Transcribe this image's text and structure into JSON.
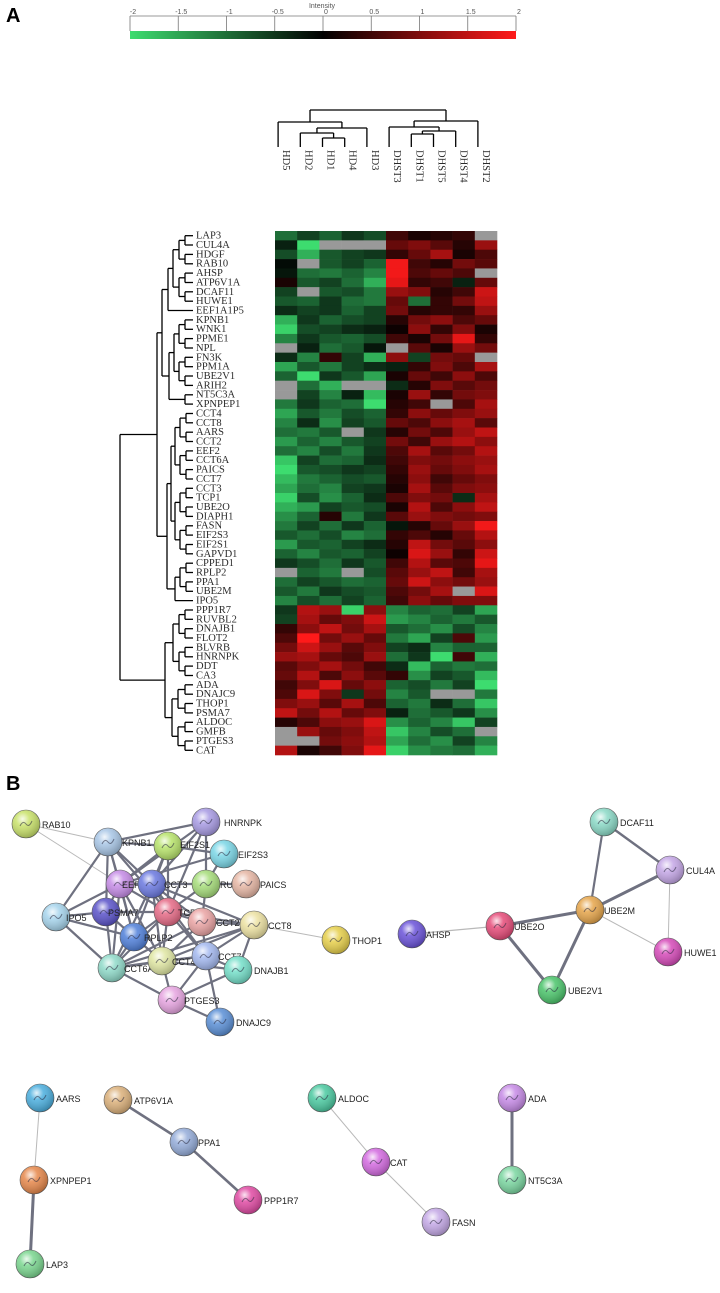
{
  "panels": {
    "a_label": "A",
    "b_label": "B"
  },
  "colorbar": {
    "title": "Intensity",
    "ticks": [
      "-2",
      "-1.5",
      "-1",
      "-0.5",
      "0",
      "0.5",
      "1",
      "1.5",
      "2"
    ],
    "ticks_values": [
      -2,
      -1.5,
      -1,
      -0.5,
      0,
      0.5,
      1,
      1.5,
      2
    ],
    "colors": {
      "low": "#3ddc6f",
      "mid": "#000000",
      "high": "#ff1a1a",
      "missing": "#999999"
    }
  },
  "heatmap": {
    "columns": [
      "HD5",
      "HD2",
      "HD1",
      "HD4",
      "HD3",
      "DHST3",
      "DHST1",
      "DHST5",
      "DHST4",
      "DHST2"
    ],
    "rows": [
      "LAP3",
      "CUL4A",
      "HDGF",
      "RAB10",
      "AHSP",
      "ATP6V1A",
      "DCAF11",
      "HUWE1",
      "EEF1A1P5",
      "KPNB1",
      "WNK1",
      "PPME1",
      "NPL",
      "FN3K",
      "PPM1A",
      "UBE2V1",
      "ARIH2",
      "NT5C3A",
      "XPNPEP1",
      "CCT4",
      "CCT8",
      "AARS",
      "CCT2",
      "EEF2",
      "CCT6A",
      "PAICS",
      "CCT7",
      "CCT3",
      "TCP1",
      "UBE2O",
      "DIAPH1",
      "FASN",
      "EIF2S3",
      "EIF2S1",
      "GAPVD1",
      "CPPED1",
      "RPLP2",
      "PPA1",
      "UBE2M",
      "IPO5",
      "PPP1R7",
      "RUVBL2",
      "DNAJB1",
      "FLOT2",
      "BLVRB",
      "HNRNPK",
      "DDT",
      "CA3",
      "ADA",
      "DNAJC9",
      "THOP1",
      "PSMA7",
      "ALDOC",
      "GMFB",
      "PTGES3",
      "CAT"
    ],
    "values": [
      [
        -1.0,
        -0.6,
        -0.9,
        -0.5,
        -0.7,
        0.5,
        0.2,
        0.3,
        0.4,
        null
      ],
      [
        -0.3,
        -2.0,
        null,
        null,
        null,
        0.8,
        1.0,
        0.7,
        0.3,
        1.2
      ],
      [
        -0.7,
        -1.6,
        -0.8,
        -0.6,
        -0.5,
        0.4,
        0.8,
        1.3,
        0.2,
        0.6
      ],
      [
        -0.1,
        null,
        -0.8,
        -0.6,
        -0.9,
        1.9,
        0.5,
        0.3,
        0.9,
        0.7
      ],
      [
        -0.2,
        -1.0,
        -1.1,
        -0.9,
        -1.2,
        1.9,
        0.6,
        0.8,
        0.6,
        null
      ],
      [
        0.2,
        -0.8,
        -0.6,
        -1.0,
        -1.6,
        1.8,
        0.4,
        0.5,
        -0.3,
        0.8
      ],
      [
        -0.6,
        null,
        -0.8,
        -0.7,
        -1.1,
        1.2,
        1.0,
        0.3,
        0.5,
        1.6
      ],
      [
        -0.8,
        -0.9,
        -0.5,
        -1.0,
        -1.1,
        0.8,
        -1.0,
        0.4,
        0.9,
        1.5
      ],
      [
        -0.4,
        -0.6,
        -0.5,
        -0.9,
        -0.6,
        0.9,
        0.3,
        0.4,
        0.4,
        1.2
      ],
      [
        -1.6,
        -0.5,
        -0.9,
        -0.7,
        -0.6,
        0.3,
        0.9,
        1.1,
        0.6,
        0.8
      ],
      [
        -1.9,
        -0.7,
        -0.6,
        -0.4,
        -0.3,
        0.1,
        1.1,
        0.4,
        1.0,
        0.2
      ],
      [
        -1.2,
        -0.5,
        -0.8,
        -0.9,
        -0.7,
        0.5,
        0.2,
        0.9,
        1.8,
        0.4
      ],
      [
        null,
        -0.3,
        -1.0,
        -0.8,
        -0.2,
        null,
        0.7,
        0.2,
        1.2,
        0.9
      ],
      [
        -0.4,
        -1.2,
        0.4,
        -0.6,
        -1.6,
        1.1,
        -0.6,
        0.9,
        0.8,
        null
      ],
      [
        -1.5,
        -0.8,
        -1.1,
        -0.6,
        -0.4,
        -0.3,
        0.4,
        1.0,
        0.6,
        1.3
      ],
      [
        -0.9,
        -2.0,
        -0.5,
        -0.8,
        -1.5,
        0.2,
        0.8,
        0.5,
        1.1,
        0.6
      ],
      [
        null,
        -1.0,
        -1.6,
        null,
        null,
        -0.4,
        0.3,
        1.0,
        0.7,
        0.9
      ],
      [
        null,
        -0.6,
        -1.2,
        -0.3,
        -1.7,
        0.2,
        1.2,
        0.4,
        0.9,
        1.0
      ],
      [
        -1.1,
        -0.5,
        -0.9,
        -1.0,
        -2.0,
        0.3,
        0.5,
        null,
        0.6,
        1.3
      ],
      [
        -1.5,
        -0.8,
        -1.1,
        -0.7,
        -0.9,
        0.4,
        1.1,
        0.8,
        1.0,
        1.2
      ],
      [
        -1.2,
        -0.4,
        -1.3,
        -0.6,
        -0.8,
        0.8,
        0.6,
        1.1,
        1.3,
        0.7
      ],
      [
        -1.0,
        -1.1,
        -0.8,
        null,
        -0.5,
        0.3,
        0.9,
        0.6,
        1.2,
        1.5
      ],
      [
        -1.4,
        -0.9,
        -1.2,
        -0.8,
        -0.6,
        0.9,
        0.5,
        1.2,
        1.4,
        1.1
      ],
      [
        -1.0,
        -1.2,
        -0.7,
        -1.1,
        -0.5,
        0.6,
        1.3,
        0.7,
        0.9,
        1.4
      ],
      [
        -1.8,
        -0.6,
        -1.0,
        -0.9,
        -0.4,
        0.5,
        1.0,
        0.9,
        1.1,
        1.2
      ],
      [
        -2.0,
        -0.8,
        -0.7,
        -0.5,
        -0.6,
        0.4,
        1.2,
        0.8,
        1.0,
        1.3
      ],
      [
        -1.7,
        -1.1,
        -0.9,
        -0.7,
        -0.8,
        0.3,
        1.1,
        0.5,
        0.8,
        1.0
      ],
      [
        -1.5,
        -1.0,
        -1.2,
        -0.6,
        -0.5,
        0.2,
        1.3,
        0.7,
        1.0,
        1.1
      ],
      [
        -1.9,
        -0.7,
        -1.3,
        -0.9,
        -0.4,
        0.6,
        1.0,
        0.9,
        -0.4,
        1.3
      ],
      [
        -1.6,
        -1.4,
        -0.6,
        -0.8,
        -0.7,
        0.2,
        1.4,
        0.6,
        1.1,
        1.5
      ],
      [
        -1.3,
        -0.9,
        0.3,
        -1.1,
        -0.5,
        0.7,
        1.2,
        1.0,
        0.9,
        1.0
      ],
      [
        -1.1,
        -0.6,
        -1.0,
        -0.5,
        -0.9,
        -0.2,
        0.3,
        0.8,
        1.2,
        1.9
      ],
      [
        -0.8,
        -1.0,
        -0.7,
        -1.2,
        -1.0,
        0.4,
        0.6,
        0.3,
        0.8,
        1.4
      ],
      [
        -1.4,
        -0.8,
        -0.9,
        -0.6,
        -0.4,
        0.3,
        1.5,
        0.9,
        0.7,
        1.1
      ],
      [
        -0.9,
        -1.2,
        -0.8,
        -0.9,
        -0.6,
        0.1,
        1.7,
        1.2,
        0.4,
        1.6
      ],
      [
        -0.5,
        -0.7,
        -1.0,
        -0.5,
        -0.8,
        0.5,
        1.4,
        0.7,
        0.6,
        1.8
      ],
      [
        null,
        -0.9,
        -1.1,
        null,
        -0.7,
        0.7,
        1.2,
        1.5,
        0.5,
        1.3
      ],
      [
        -1.0,
        -0.6,
        -0.8,
        -1.0,
        -0.9,
        0.8,
        1.6,
        1.1,
        0.9,
        1.2
      ],
      [
        -0.8,
        -1.1,
        -0.5,
        -0.7,
        -0.8,
        0.6,
        0.9,
        1.3,
        null,
        1.7
      ],
      [
        -1.2,
        -0.7,
        -1.0,
        -0.6,
        -0.9,
        0.5,
        1.1,
        0.8,
        1.0,
        1.0
      ],
      [
        -0.5,
        1.4,
        1.2,
        -1.9,
        1.1,
        -1.2,
        -0.9,
        -1.0,
        -0.6,
        -1.5
      ],
      [
        -0.6,
        1.3,
        0.8,
        1.0,
        1.6,
        -1.4,
        -1.2,
        -0.9,
        -1.1,
        -0.8
      ],
      [
        0.4,
        1.1,
        1.5,
        0.9,
        1.3,
        -0.8,
        -1.0,
        -1.3,
        -0.7,
        -1.2
      ],
      [
        0.6,
        2.0,
        0.9,
        1.2,
        0.8,
        -1.1,
        -1.5,
        -0.6,
        0.6,
        -1.4
      ],
      [
        0.9,
        1.6,
        1.2,
        0.7,
        1.0,
        -0.6,
        -0.4,
        -1.2,
        -0.9,
        -0.9
      ],
      [
        1.2,
        1.3,
        0.8,
        0.6,
        1.2,
        -1.0,
        -0.5,
        -2.0,
        0.5,
        -1.6
      ],
      [
        0.7,
        1.0,
        1.3,
        0.9,
        0.5,
        -0.4,
        -1.7,
        -0.9,
        -1.1,
        -1.0
      ],
      [
        0.8,
        1.4,
        0.6,
        1.1,
        0.7,
        0.4,
        -1.3,
        -0.6,
        -0.8,
        -1.7
      ],
      [
        0.5,
        1.0,
        1.7,
        0.8,
        1.1,
        -0.9,
        -0.7,
        -1.1,
        -0.6,
        -2.0
      ],
      [
        0.6,
        1.7,
        1.0,
        -0.5,
        0.9,
        -1.2,
        -0.8,
        null,
        null,
        -1.1
      ],
      [
        1.0,
        1.2,
        0.7,
        1.3,
        0.6,
        -0.9,
        -1.1,
        -0.4,
        -1.0,
        -1.8
      ],
      [
        1.5,
        0.9,
        1.4,
        0.8,
        1.0,
        -0.3,
        -1.0,
        -0.8,
        -0.5,
        -1.3
      ],
      [
        0.3,
        0.6,
        1.1,
        1.2,
        1.7,
        -1.3,
        -0.9,
        -1.2,
        -1.8,
        -0.6
      ],
      [
        null,
        1.2,
        0.8,
        1.0,
        1.5,
        -1.8,
        -1.2,
        -0.7,
        -1.0,
        null
      ],
      [
        null,
        null,
        0.9,
        1.1,
        1.4,
        -1.5,
        -1.0,
        -1.3,
        -0.6,
        -1.2
      ],
      [
        1.4,
        0.2,
        0.5,
        1.0,
        1.8,
        -1.9,
        -1.3,
        -1.1,
        -1.0,
        -1.6
      ]
    ]
  },
  "network": {
    "nodes": [
      {
        "id": "RAB10",
        "label": "RAB10",
        "color": "#c9e26a"
      },
      {
        "id": "KPNB1",
        "label": "KPNB1",
        "color": "#a8c6e6"
      },
      {
        "id": "HNRNPK",
        "label": "HNRNPK",
        "color": "#a79ae3"
      },
      {
        "id": "EIF2S1",
        "label": "EIF2S1",
        "color": "#b7e36a"
      },
      {
        "id": "EIF2S3",
        "label": "EIF2S3",
        "color": "#7ad6e6"
      },
      {
        "id": "EEF2",
        "label": "EEF2",
        "color": "#c58be6"
      },
      {
        "id": "CCT3",
        "label": "CCT3",
        "color": "#6a78e0"
      },
      {
        "id": "RUVBL2",
        "label": "RUVBL2",
        "color": "#a6dd7a"
      },
      {
        "id": "PAICS",
        "label": "PAICS",
        "color": "#e6b6a4"
      },
      {
        "id": "IPO5",
        "label": "IPO5",
        "color": "#a6d4ec"
      },
      {
        "id": "PSMA7",
        "label": "PSMA7",
        "color": "#5a52c9"
      },
      {
        "id": "TCP1",
        "label": "TCP1",
        "color": "#e66a86"
      },
      {
        "id": "RPLP2",
        "label": "RPLP2",
        "color": "#4f7fd9"
      },
      {
        "id": "CCT2",
        "label": "CCT2",
        "color": "#eaa3a3"
      },
      {
        "id": "CCT8",
        "label": "CCT8",
        "color": "#ede2a2"
      },
      {
        "id": "THOP1",
        "label": "THOP1",
        "color": "#e6cf4a"
      },
      {
        "id": "CCT6A",
        "label": "CCT6A",
        "color": "#8fdac9"
      },
      {
        "id": "CCT4",
        "label": "CCT4",
        "color": "#dfe6a2"
      },
      {
        "id": "CCT7",
        "label": "CCT7",
        "color": "#a3b8ef"
      },
      {
        "id": "DNAJB1",
        "label": "DNAJB1",
        "color": "#74dfc9"
      },
      {
        "id": "PTGES3",
        "label": "PTGES3",
        "color": "#e6a4e0"
      },
      {
        "id": "DNAJC9",
        "label": "DNAJC9",
        "color": "#5a8fd6"
      },
      {
        "id": "AHSP",
        "label": "AHSP",
        "color": "#6a52d9"
      },
      {
        "id": "UBE2O",
        "label": "UBE2O",
        "color": "#e64a78"
      },
      {
        "id": "UBE2M",
        "label": "UBE2M",
        "color": "#e6a54a"
      },
      {
        "id": "DCAF11",
        "label": "DCAF11",
        "color": "#8ad9c6"
      },
      {
        "id": "CUL4A",
        "label": "CUL4A",
        "color": "#c4a6e6"
      },
      {
        "id": "HUWE1",
        "label": "HUWE1",
        "color": "#d64ab9"
      },
      {
        "id": "UBE2V1",
        "label": "UBE2V1",
        "color": "#4ac46a"
      },
      {
        "id": "AARS",
        "label": "AARS",
        "color": "#4aaede"
      },
      {
        "id": "XPNPEP1",
        "label": "XPNPEP1",
        "color": "#e6874a"
      },
      {
        "id": "LAP3",
        "label": "LAP3",
        "color": "#7ad68f"
      },
      {
        "id": "ATP6V1A",
        "label": "ATP6V1A",
        "color": "#dbb07a"
      },
      {
        "id": "PPA1",
        "label": "PPA1",
        "color": "#94acd9"
      },
      {
        "id": "PPP1R7",
        "label": "PPP1R7",
        "color": "#e04aa3"
      },
      {
        "id": "ALDOC",
        "label": "ALDOC",
        "color": "#4ac9a0"
      },
      {
        "id": "CAT",
        "label": "CAT",
        "color": "#d36ae0"
      },
      {
        "id": "FASN",
        "label": "FASN",
        "color": "#c4a8e6"
      },
      {
        "id": "ADA",
        "label": "ADA",
        "color": "#c68ae6"
      },
      {
        "id": "NT5C3A",
        "label": "NT5C3A",
        "color": "#7ad6a0"
      }
    ],
    "edges": [
      [
        "RAB10",
        "KPNB1"
      ],
      [
        "RAB10",
        "EEF2"
      ],
      [
        "KPNB1",
        "HNRNPK"
      ],
      [
        "KPNB1",
        "EIF2S1"
      ],
      [
        "KPNB1",
        "EEF2"
      ],
      [
        "KPNB1",
        "IPO5"
      ],
      [
        "KPNB1",
        "PSMA7"
      ],
      [
        "KPNB1",
        "RPLP2"
      ],
      [
        "KPNB1",
        "TCP1"
      ],
      [
        "KPNB1",
        "CCT3"
      ],
      [
        "HNRNPK",
        "EEF2"
      ],
      [
        "HNRNPK",
        "RUVBL2"
      ],
      [
        "HNRNPK",
        "CCT3"
      ],
      [
        "HNRNPK",
        "TCP1"
      ],
      [
        "EIF2S1",
        "EIF2S3"
      ],
      [
        "EIF2S1",
        "EEF2"
      ],
      [
        "EIF2S1",
        "CCT3"
      ],
      [
        "EIF2S1",
        "RPLP2"
      ],
      [
        "EIF2S1",
        "TCP1"
      ],
      [
        "EIF2S3",
        "EEF2"
      ],
      [
        "EIF2S3",
        "RUVBL2"
      ],
      [
        "EEF2",
        "CCT3"
      ],
      [
        "EEF2",
        "PSMA7"
      ],
      [
        "EEF2",
        "RPLP2"
      ],
      [
        "EEF2",
        "TCP1"
      ],
      [
        "EEF2",
        "IPO5"
      ],
      [
        "EEF2",
        "CCT6A"
      ],
      [
        "EEF2",
        "CCT4"
      ],
      [
        "CCT3",
        "TCP1"
      ],
      [
        "CCT3",
        "CCT2"
      ],
      [
        "CCT3",
        "CCT8"
      ],
      [
        "CCT3",
        "CCT4"
      ],
      [
        "CCT3",
        "CCT7"
      ],
      [
        "CCT3",
        "CCT6A"
      ],
      [
        "CCT3",
        "RUVBL2"
      ],
      [
        "RUVBL2",
        "PAICS"
      ],
      [
        "RUVBL2",
        "TCP1"
      ],
      [
        "RUVBL2",
        "CCT2"
      ],
      [
        "PSMA7",
        "RPLP2"
      ],
      [
        "PSMA7",
        "IPO5"
      ],
      [
        "PSMA7",
        "CCT6A"
      ],
      [
        "PSMA7",
        "TCP1"
      ],
      [
        "TCP1",
        "CCT2"
      ],
      [
        "TCP1",
        "CCT8"
      ],
      [
        "TCP1",
        "CCT4"
      ],
      [
        "TCP1",
        "CCT7"
      ],
      [
        "TCP1",
        "CCT6A"
      ],
      [
        "TCP1",
        "RPLP2"
      ],
      [
        "RPLP2",
        "CCT4"
      ],
      [
        "RPLP2",
        "CCT6A"
      ],
      [
        "RPLP2",
        "IPO5"
      ],
      [
        "CCT2",
        "CCT8"
      ],
      [
        "CCT2",
        "CCT4"
      ],
      [
        "CCT2",
        "CCT7"
      ],
      [
        "CCT2",
        "CCT6A"
      ],
      [
        "CCT8",
        "CCT4"
      ],
      [
        "CCT8",
        "CCT7"
      ],
      [
        "CCT8",
        "CCT6A"
      ],
      [
        "CCT8",
        "THOP1"
      ],
      [
        "CCT8",
        "DNAJB1"
      ],
      [
        "CCT6A",
        "CCT4"
      ],
      [
        "CCT6A",
        "CCT7"
      ],
      [
        "CCT6A",
        "IPO5"
      ],
      [
        "CCT6A",
        "PTGES3"
      ],
      [
        "CCT4",
        "CCT7"
      ],
      [
        "CCT4",
        "PTGES3"
      ],
      [
        "CCT4",
        "DNAJB1"
      ],
      [
        "CCT7",
        "DNAJB1"
      ],
      [
        "CCT7",
        "PTGES3"
      ],
      [
        "CCT7",
        "DNAJC9"
      ],
      [
        "DNAJB1",
        "PTGES3"
      ],
      [
        "PTGES3",
        "DNAJC9"
      ],
      [
        "AHSP",
        "UBE2O"
      ],
      [
        "UBE2O",
        "UBE2M"
      ],
      [
        "UBE2O",
        "UBE2V1"
      ],
      [
        "UBE2M",
        "DCAF11"
      ],
      [
        "UBE2M",
        "CUL4A"
      ],
      [
        "UBE2M",
        "HUWE1"
      ],
      [
        "UBE2M",
        "UBE2V1"
      ],
      [
        "DCAF11",
        "CUL4A"
      ],
      [
        "CUL4A",
        "HUWE1"
      ],
      [
        "AARS",
        "XPNPEP1"
      ],
      [
        "XPNPEP1",
        "LAP3"
      ],
      [
        "ATP6V1A",
        "PPA1"
      ],
      [
        "PPA1",
        "PPP1R7"
      ],
      [
        "ALDOC",
        "CAT"
      ],
      [
        "CAT",
        "FASN"
      ],
      [
        "ADA",
        "NT5C3A"
      ]
    ]
  }
}
